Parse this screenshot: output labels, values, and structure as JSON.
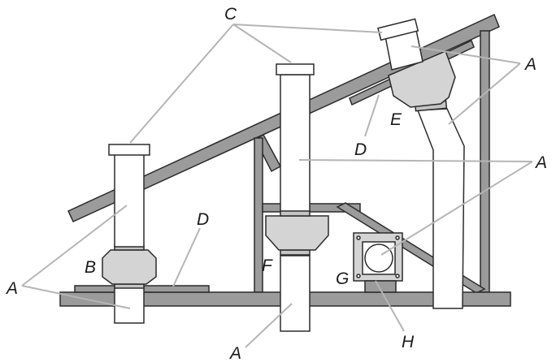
{
  "labels": {
    "a_left": "A",
    "a_bottom": "A",
    "a_top_right": "A",
    "a_mid_right": "A",
    "b": "B",
    "c": "C",
    "d_left": "D",
    "d_right": "D",
    "e": "E",
    "f": "F",
    "g": "G",
    "h": "H"
  },
  "colors": {
    "frame_fill": "#9b9b9b",
    "outline": "#2b2b2b",
    "pipe_fill": "#ffffff",
    "collar_fill": "#d4d4d4",
    "leader_line": "#b5b5b5",
    "label_text": "#1a1a1a"
  }
}
